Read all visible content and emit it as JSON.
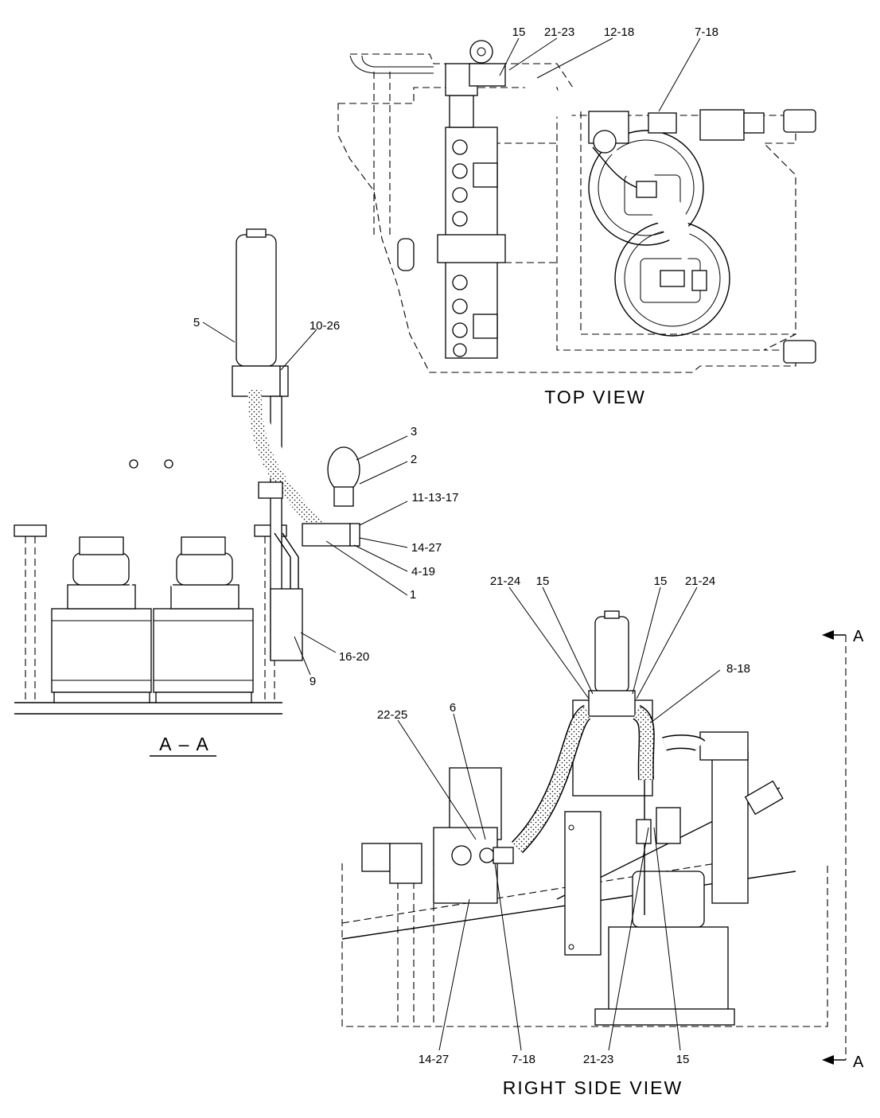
{
  "views": {
    "top": {
      "title": "TOP  VIEW"
    },
    "right_side": {
      "title": "RIGHT  SIDE  VIEW"
    },
    "section": {
      "title": "A – A"
    },
    "section_marker": {
      "top": "A",
      "bottom": "A"
    }
  },
  "callouts": {
    "top": [
      "15",
      "21-23",
      "12-18",
      "7-18"
    ],
    "section_aa": [
      "5",
      "10-26",
      "3",
      "2",
      "11-13-17",
      "14-27",
      "4-19",
      "1",
      "16-20",
      "9"
    ],
    "right_side": [
      "21-24",
      "15",
      "15",
      "21-24",
      "8-18",
      "22-25",
      "6",
      "14-27",
      "7-18",
      "21-23",
      "15"
    ]
  }
}
